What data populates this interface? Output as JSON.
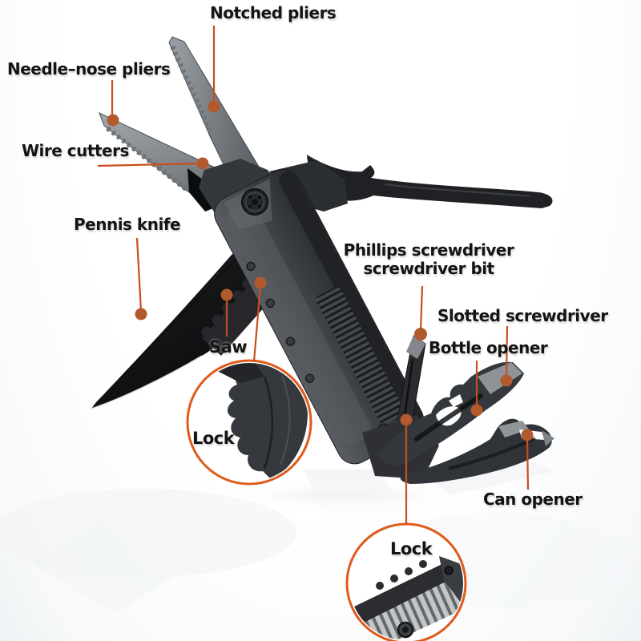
{
  "figure": {
    "subject": "Multi-tool folding pliers labeled diagram",
    "background_color": "#ffffff",
    "leader_line_color": "#c94e1d",
    "callout_dot_color": "#b25a2d",
    "inset_ring_color": "#e05a1a",
    "label_text_color": "#141414",
    "tool_dark_color": "#303338",
    "tool_metal_color": "#8d9297"
  },
  "annotations": {
    "notched_pliers": {
      "label": "Notched pliers"
    },
    "needle_nose_pliers": {
      "label": "Needle–nose pliers"
    },
    "wire_cutters": {
      "label": "Wire cutters"
    },
    "pennis_knife": {
      "label": "Pennis knife"
    },
    "phillips_screwdriver": {
      "label_line1": "Phillips screwdriver",
      "label_line2": "screwdriver bit"
    },
    "slotted_screwdriver": {
      "label": "Slotted screwdriver"
    },
    "bottle_opener": {
      "label": "Bottle opener"
    },
    "saw": {
      "label": "Saw"
    },
    "lock_upper": {
      "label": "Lock"
    },
    "can_opener": {
      "label": "Can opener"
    },
    "lock_lower": {
      "label": "Lock"
    }
  }
}
